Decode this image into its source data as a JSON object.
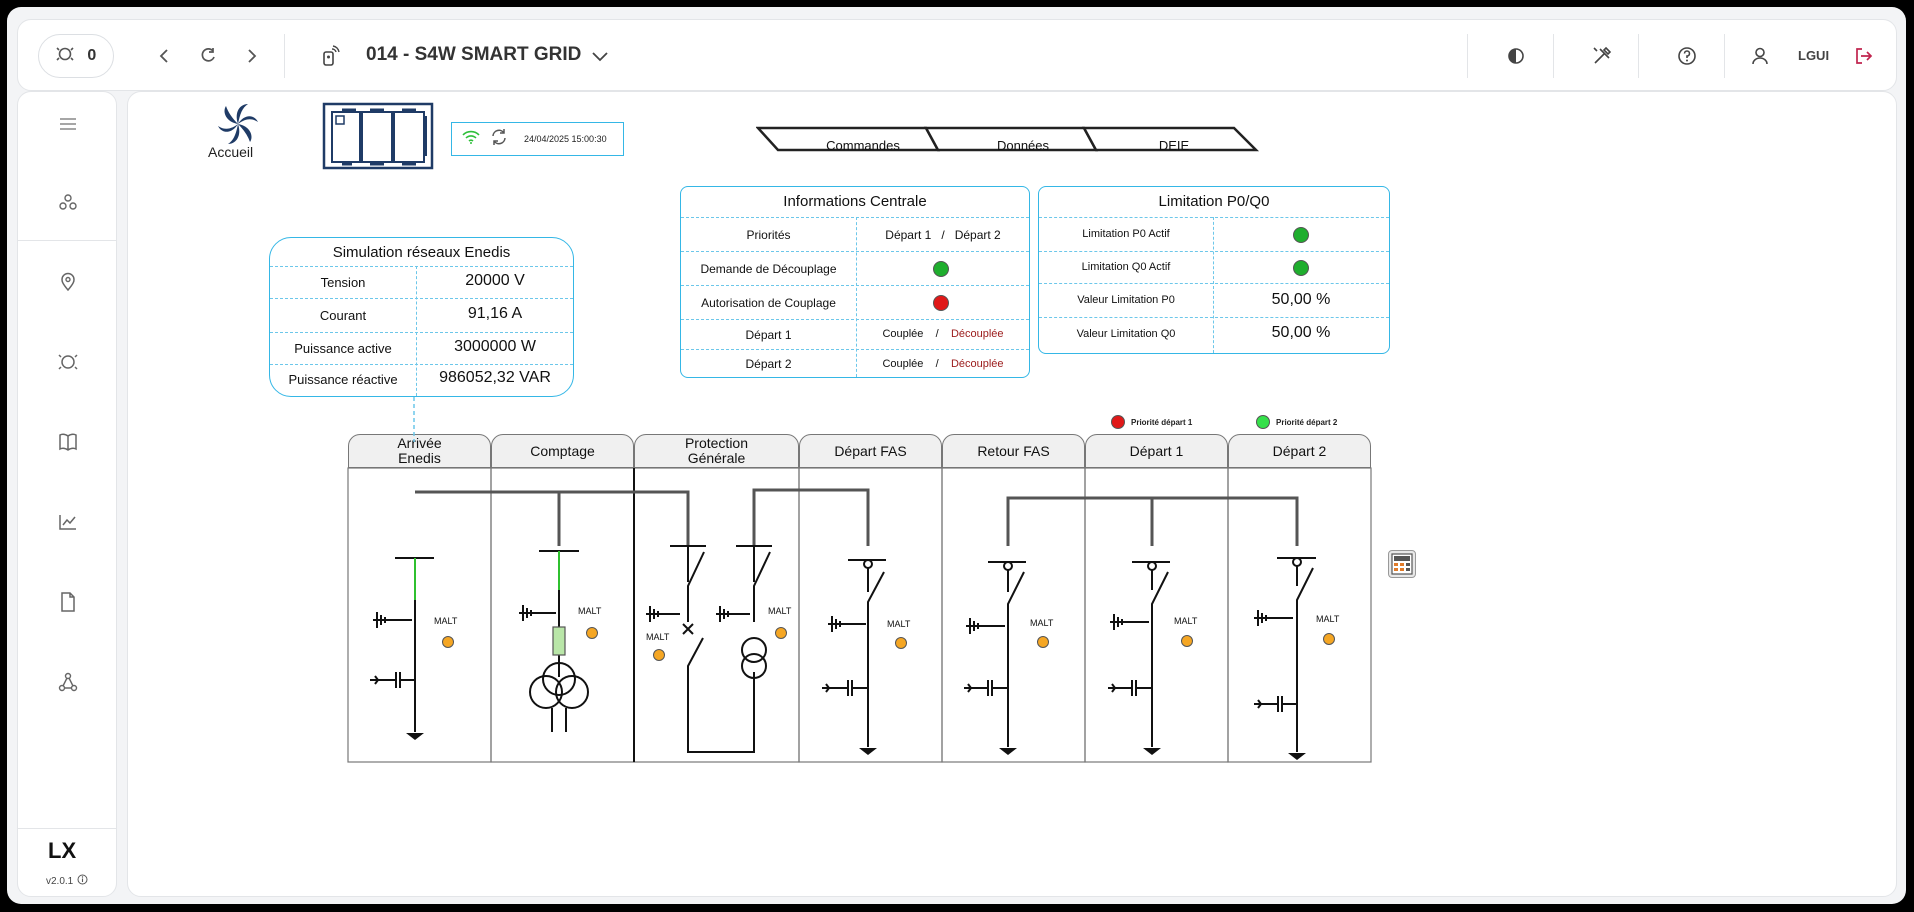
{
  "topbar": {
    "count": "0",
    "title": "014 - S4W SMART GRID",
    "user": "LGUI"
  },
  "sidebar": {
    "logo": "LX",
    "version": "v2.0.1"
  },
  "main": {
    "home_label": "Accueil",
    "timestamp": "24/04/2025 15:00:30",
    "tabs": [
      "Commandes",
      "Données",
      "DEIE"
    ]
  },
  "simulation": {
    "title": "Simulation réseaux Enedis",
    "rows": [
      {
        "label": "Tension",
        "value": "20000 V"
      },
      {
        "label": "Courant",
        "value": "91,16 A"
      },
      {
        "label": "Puissance active",
        "value": "3000000 W"
      },
      {
        "label": "Puissance réactive",
        "value": "986052,32 VAR"
      }
    ]
  },
  "central": {
    "title": "Informations Centrale",
    "priorites_label": "Priorités",
    "priorites_a": "Départ 1",
    "priorites_sep": "/",
    "priorites_b": "Départ 2",
    "decouplage_label": "Demande de Découplage",
    "couplage_label": "Autorisation de Couplage",
    "depart1_label": "Départ 1",
    "depart1_a": "Couplée",
    "depart1_sep": "/",
    "depart1_b": "Découplée",
    "depart2_label": "Départ 2",
    "depart2_a": "Couplée",
    "depart2_sep": "/",
    "depart2_b": "Découplée"
  },
  "limitation": {
    "title": "Limitation P0/Q0",
    "rows": [
      {
        "label": "Limitation P0 Actif",
        "value": ""
      },
      {
        "label": "Limitation Q0 Actif",
        "value": ""
      },
      {
        "label": "Valeur Limitation P0",
        "value": "50,00 %"
      },
      {
        "label": "Valeur Limitation Q0",
        "value": "50,00 %"
      }
    ]
  },
  "legend": {
    "depart1": "Priorité départ  1",
    "depart2": "Priorité départ  2"
  },
  "columns": [
    {
      "line1": "Arrivée",
      "line2": "Enedis"
    },
    {
      "line1": "Comptage",
      "line2": ""
    },
    {
      "line1": "Protection",
      "line2": "Générale"
    },
    {
      "line1": "Départ FAS",
      "line2": ""
    },
    {
      "line1": "Retour FAS",
      "line2": ""
    },
    {
      "line1": "Départ 1",
      "line2": ""
    },
    {
      "line1": "Départ 2",
      "line2": ""
    }
  ],
  "diagram": {
    "malt_label": "MALT"
  },
  "colors": {
    "accent": "#35b7e6",
    "status_green": "#1fae2e",
    "status_red": "#e01818",
    "led_orange": "#f5a623",
    "legend_green": "#35e04a",
    "logout": "#c0244e"
  }
}
